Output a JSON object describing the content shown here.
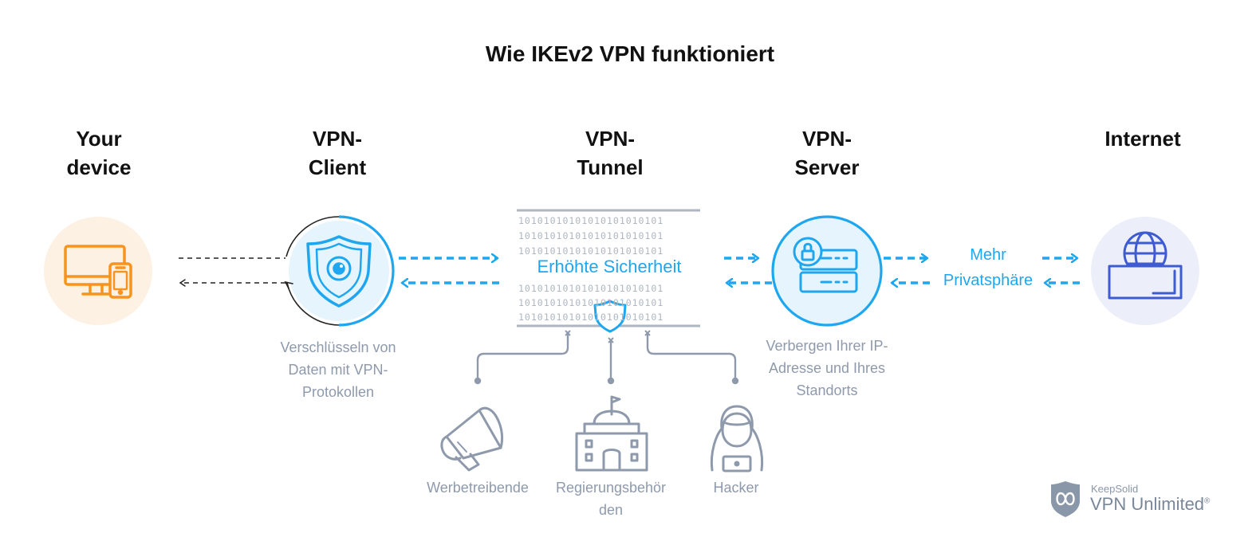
{
  "title": "Wie IKEv2 VPN funktioniert",
  "columns": [
    {
      "line1": "Your",
      "line2": "device"
    },
    {
      "line1": "VPN-",
      "line2": "Client"
    },
    {
      "line1": "VPN-",
      "line2": "Tunnel"
    },
    {
      "line1": "VPN-",
      "line2": "Server"
    },
    {
      "line1": "Internet",
      "line2": ""
    }
  ],
  "client_desc": [
    "Verschlüsseln von",
    "Daten mit VPN-",
    "Protokollen"
  ],
  "tunnel_label": "Erhöhte Sicherheit",
  "server_desc": [
    "Verbergen Ihrer IP-",
    "Adresse und Ihres",
    "Standorts"
  ],
  "privacy_label": [
    "Mehr",
    "Privatsphäre"
  ],
  "tunnel_bits": "10101010101010101010101",
  "threats": [
    {
      "label": [
        "Werbetreibende"
      ],
      "icon": "megaphone-icon"
    },
    {
      "label": [
        "Regierungsbehör",
        "den"
      ],
      "icon": "government-building-icon"
    },
    {
      "label": [
        "Hacker"
      ],
      "icon": "hacker-icon"
    }
  ],
  "brand": {
    "company": "KeepSolid",
    "product": "VPN Unlimited",
    "mark": "®"
  },
  "colors": {
    "accent_blue": "#1ea7f0",
    "device_orange": "#f7941d",
    "globe_indigo": "#3f5bd1",
    "threat_gray": "#8e9aab",
    "text_dark": "#111111"
  }
}
